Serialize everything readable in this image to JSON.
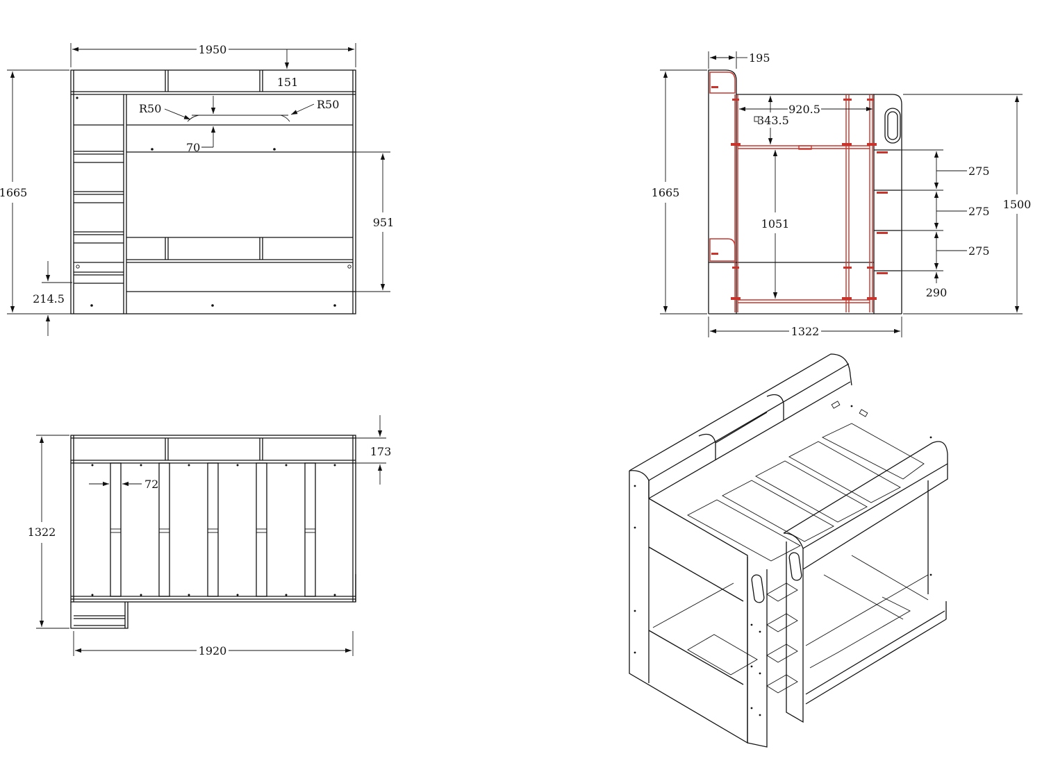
{
  "front_view": {
    "width": "1950",
    "top_rail": "151",
    "radius_left": "R50",
    "radius_right": "R50",
    "cutout_depth": "70",
    "height": "1665",
    "upper_panel": "951",
    "bottom_clearance": "214.5"
  },
  "side_view": {
    "post_width": "195",
    "inner_length": "920.5",
    "offset": "343.5",
    "height": "1665",
    "bunk_gap": "1051",
    "step_1": "275",
    "step_2": "275",
    "step_3": "275",
    "step_bottom": "290",
    "ladder_height": "1500",
    "depth": "1322"
  },
  "top_view": {
    "depth": "1322",
    "rail_height": "173",
    "slat_width": "72",
    "length": "1920"
  },
  "colors": {
    "line": "#111111",
    "accent": "#c8342b",
    "background": "#ffffff"
  }
}
